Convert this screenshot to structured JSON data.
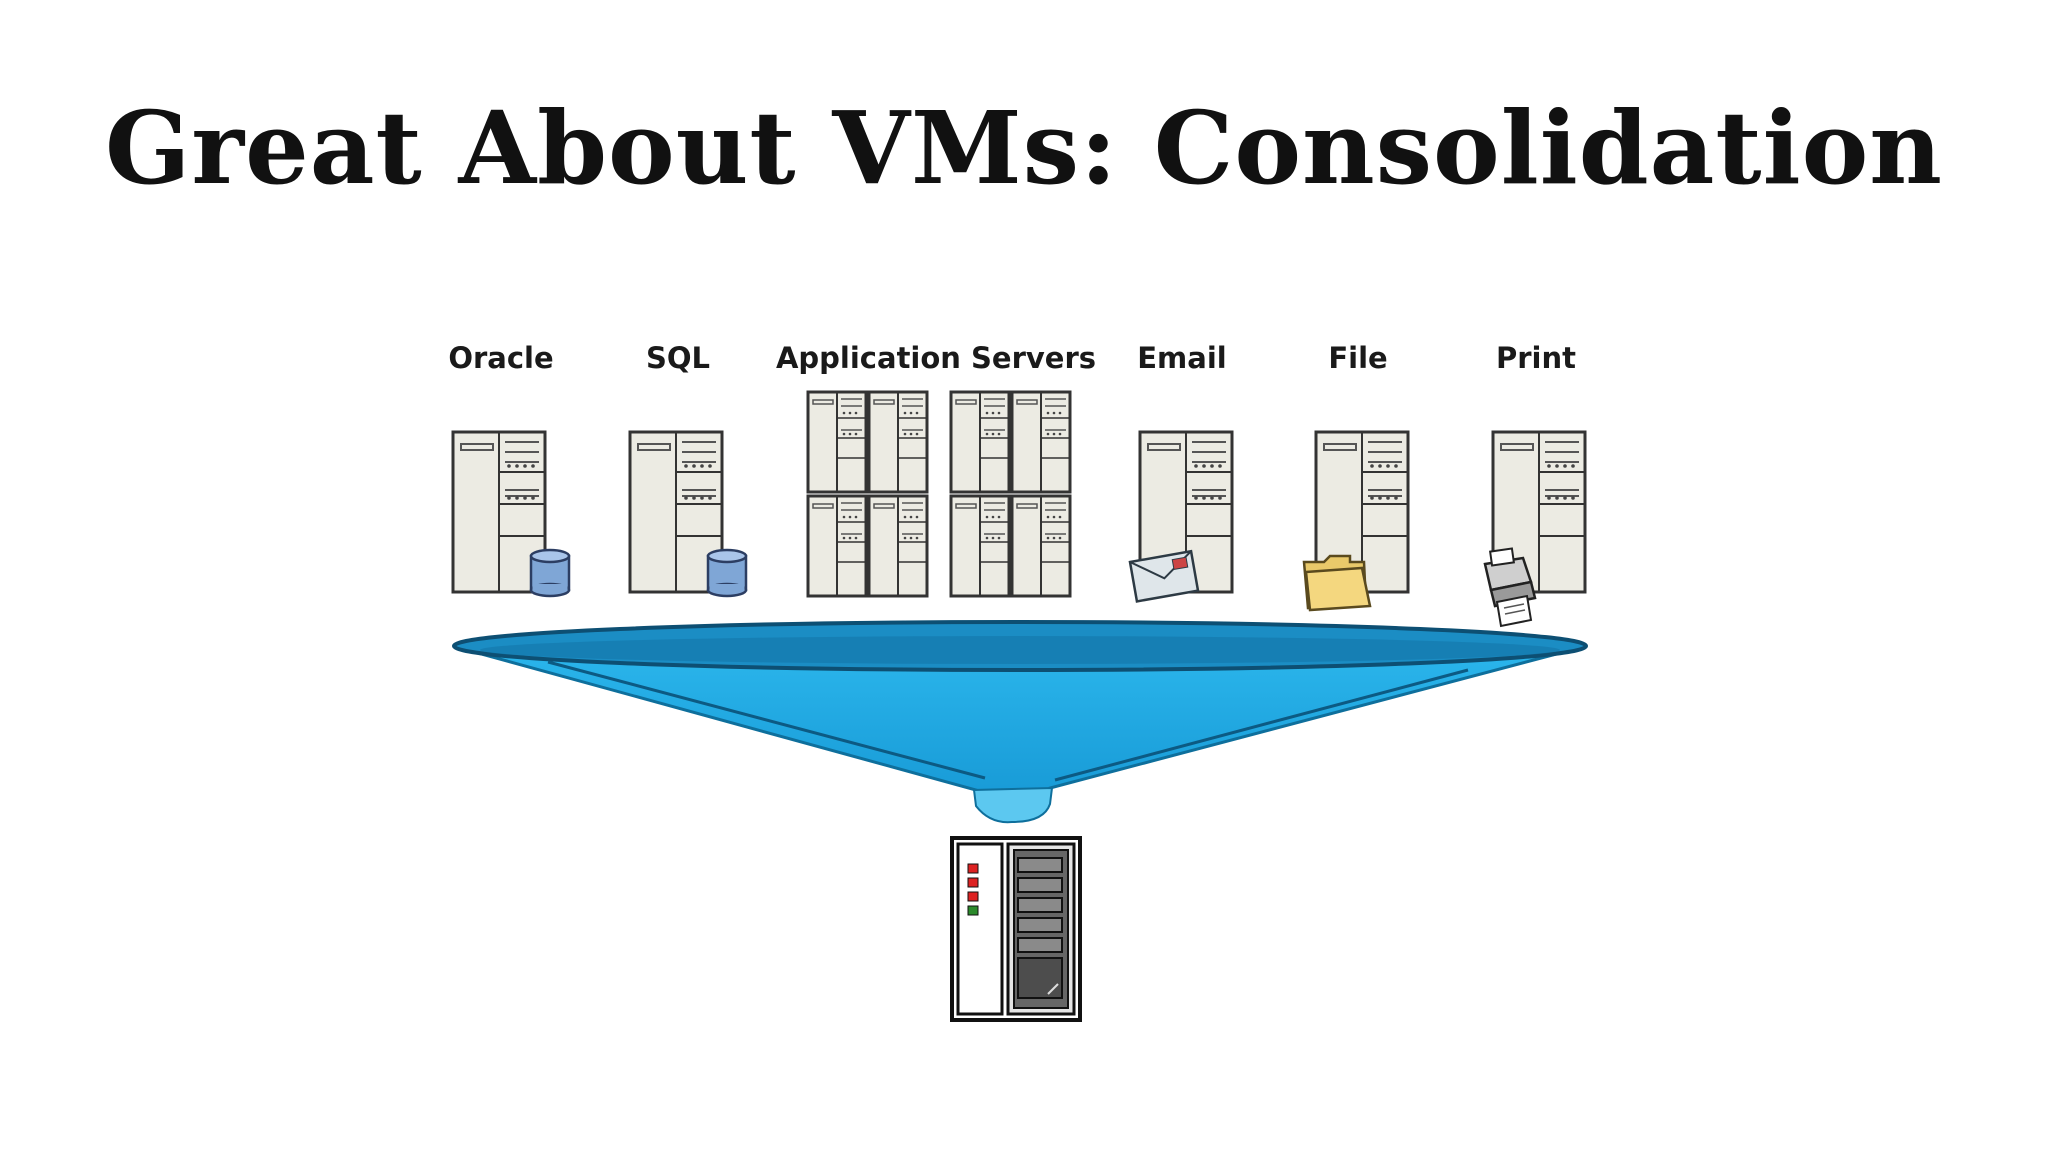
{
  "slide": {
    "title": "Great About VMs: Consolidation"
  },
  "diagram": {
    "workloads": [
      {
        "label": "Oracle",
        "icon": "database-icon"
      },
      {
        "label": "SQL",
        "icon": "database-icon"
      },
      {
        "label": "Application Servers",
        "icon": "server-rack-icon"
      },
      {
        "label": "Email",
        "icon": "envelope-icon"
      },
      {
        "label": "File",
        "icon": "folder-icon"
      },
      {
        "label": "Print",
        "icon": "printer-icon"
      }
    ],
    "funnel_icon": "funnel-icon",
    "target_icon": "physical-server-icon",
    "colors": {
      "funnel_fill": "#1fa8e0",
      "funnel_rim": "#0e6f9c",
      "server_face": "#ecebe3",
      "server_outline": "#333333",
      "database": "#7fa6d6"
    }
  }
}
